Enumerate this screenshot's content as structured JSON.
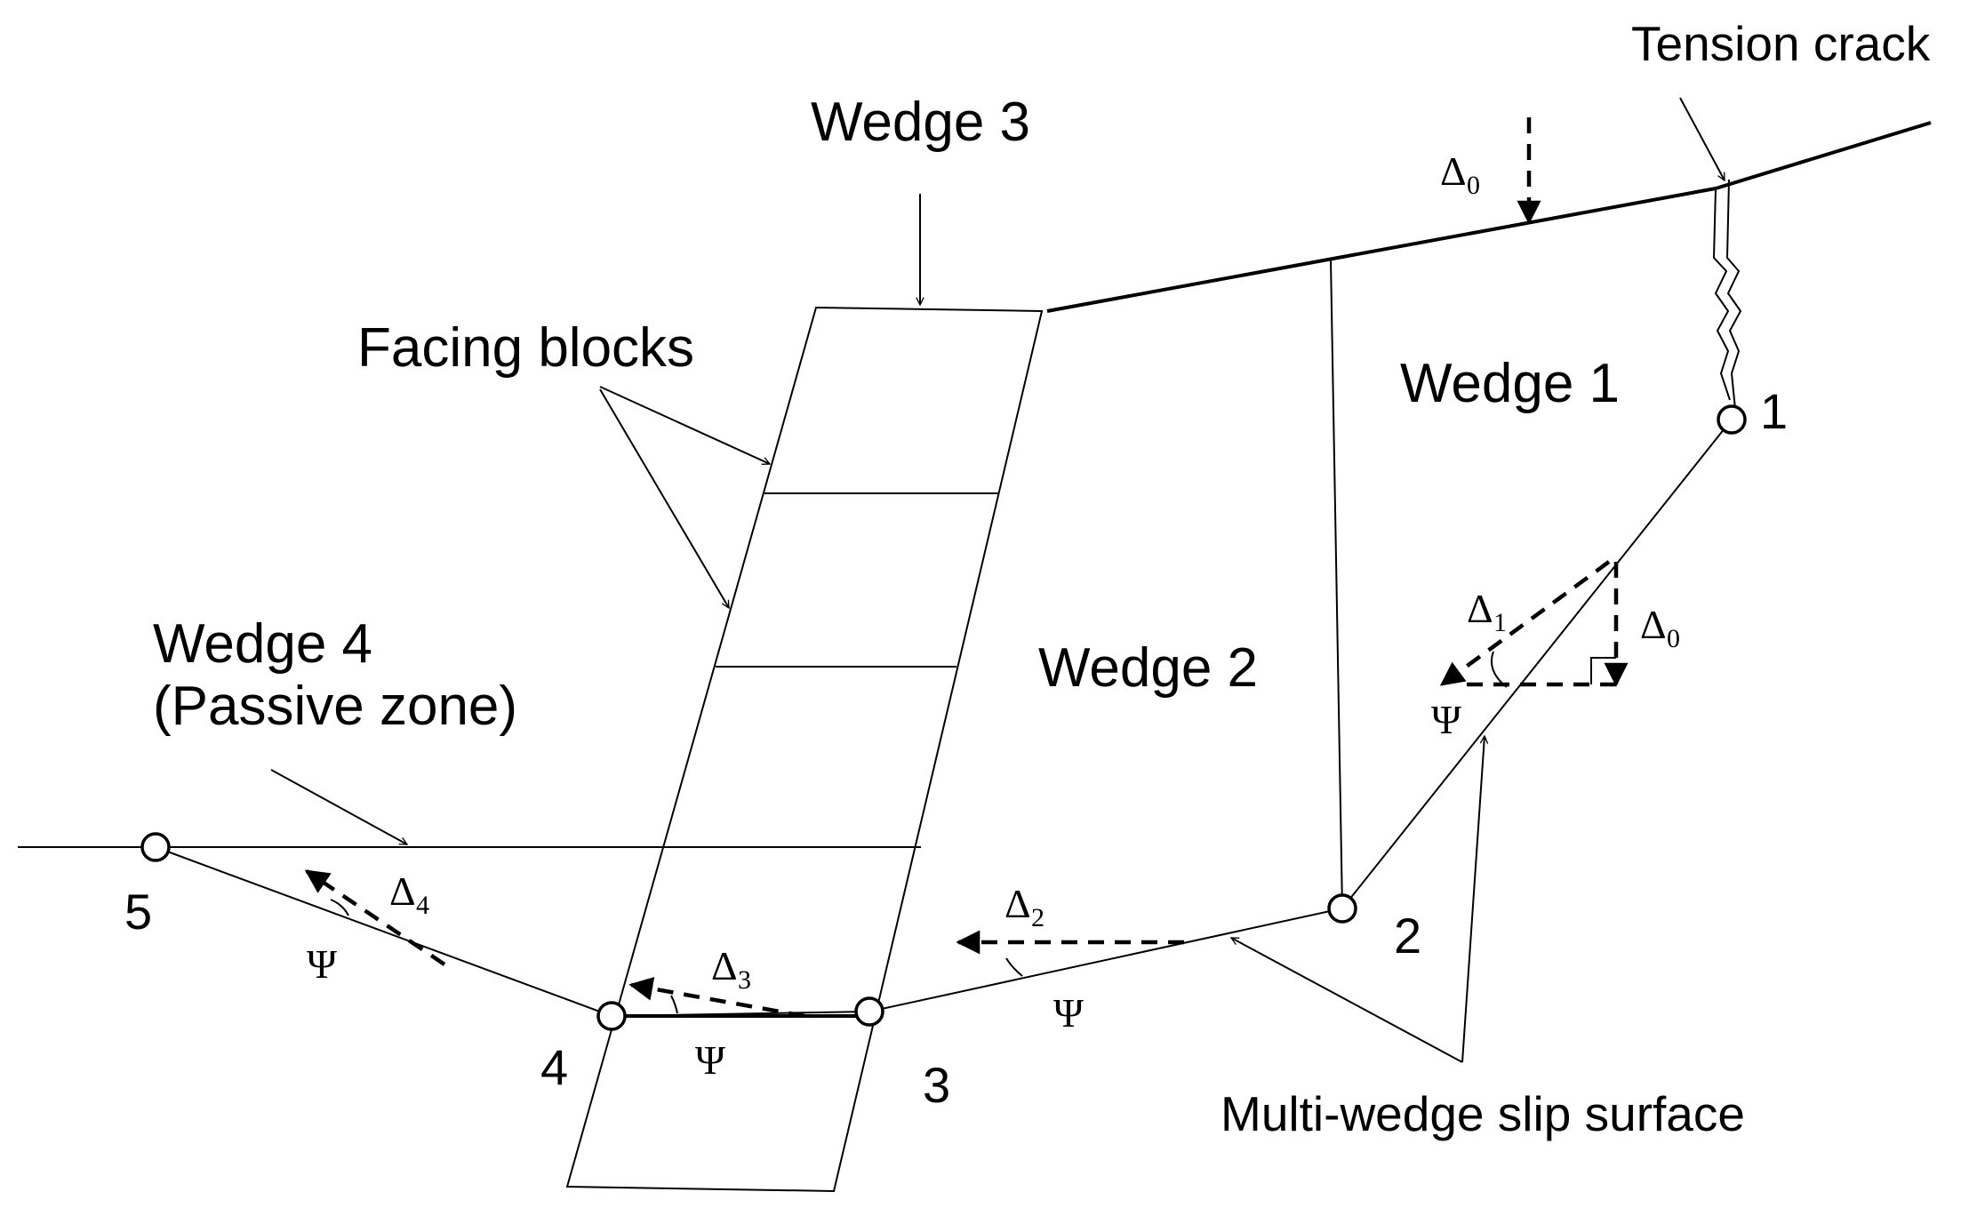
{
  "labels": {
    "tension_crack": "Tension crack",
    "wedge3": "Wedge 3",
    "facing_blocks": "Facing blocks",
    "wedge1": "Wedge 1",
    "wedge2": "Wedge 2",
    "wedge4_line1": "Wedge 4",
    "wedge4_line2": "(Passive zone)",
    "slip_surface": "Multi-wedge slip surface"
  },
  "points": [
    "1",
    "2",
    "3",
    "4",
    "5"
  ],
  "symbols": {
    "delta": "Δ",
    "psi": "Ψ",
    "sub0": "0",
    "sub1": "1",
    "sub2": "2",
    "sub3": "3",
    "sub4": "4"
  }
}
